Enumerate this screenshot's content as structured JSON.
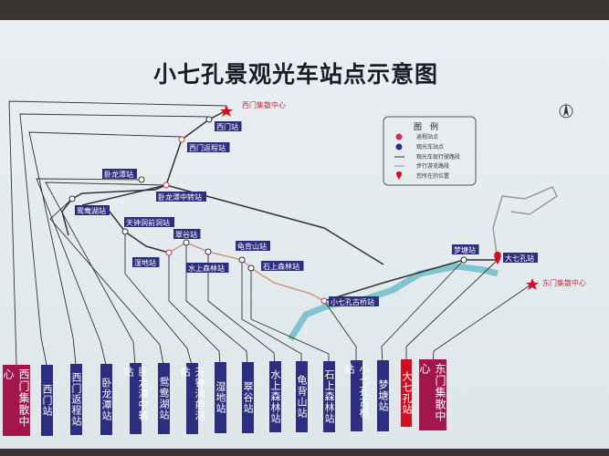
{
  "title": "小七孔景观光车站点示意图",
  "colors": {
    "station_label": "#2c2f7e",
    "hub_label": "#a3164c",
    "current_label": "#d01020",
    "river": "#7fc4cf",
    "route": "#333333"
  },
  "map_labels": {
    "west_hub": "西门集散中心",
    "east_hub": "东门集散中心",
    "stations": [
      "西门站",
      "西门返程站",
      "卧龙潭站",
      "卧龙潭中转站",
      "鸳鸯湖站",
      "天钟洞前洞站",
      "湿地站",
      "翠谷站",
      "水上森林站",
      "龟背山站",
      "石上森林站",
      "小七孔古桥站",
      "梦塘站",
      "大七孔站"
    ]
  },
  "legend": {
    "title": "图　例",
    "items": [
      {
        "icon": "return-station-icon",
        "label": "返程站点"
      },
      {
        "icon": "sightseeing-station-icon",
        "label": "观光车站点"
      },
      {
        "icon": "bus-route-line-icon",
        "label": "观光车现行驶路段"
      },
      {
        "icon": "walking-route-line-icon",
        "label": "步行游览路段"
      },
      {
        "icon": "you-are-here-icon",
        "label": "您所在的位置"
      }
    ]
  },
  "bottom_labels": [
    {
      "label": "西门集散中心",
      "type": "hub"
    },
    {
      "label": "西门站",
      "type": "station"
    },
    {
      "label": "西门返程站",
      "type": "station"
    },
    {
      "label": "卧龙潭站",
      "type": "station"
    },
    {
      "label": "卧龙潭中转站",
      "type": "station"
    },
    {
      "label": "鸳鸯湖站",
      "type": "station"
    },
    {
      "label": "天钟洞前洞站",
      "type": "station"
    },
    {
      "label": "湿地站",
      "type": "station"
    },
    {
      "label": "翠谷站",
      "type": "station"
    },
    {
      "label": "水上森林站",
      "type": "station"
    },
    {
      "label": "龟背山站",
      "type": "station"
    },
    {
      "label": "石上森林站",
      "type": "station"
    },
    {
      "label": "小七孔古桥站",
      "type": "station"
    },
    {
      "label": "梦塘站",
      "type": "station"
    },
    {
      "label": "大七孔站",
      "type": "current"
    },
    {
      "label": "东门集散中心",
      "type": "hub"
    }
  ]
}
